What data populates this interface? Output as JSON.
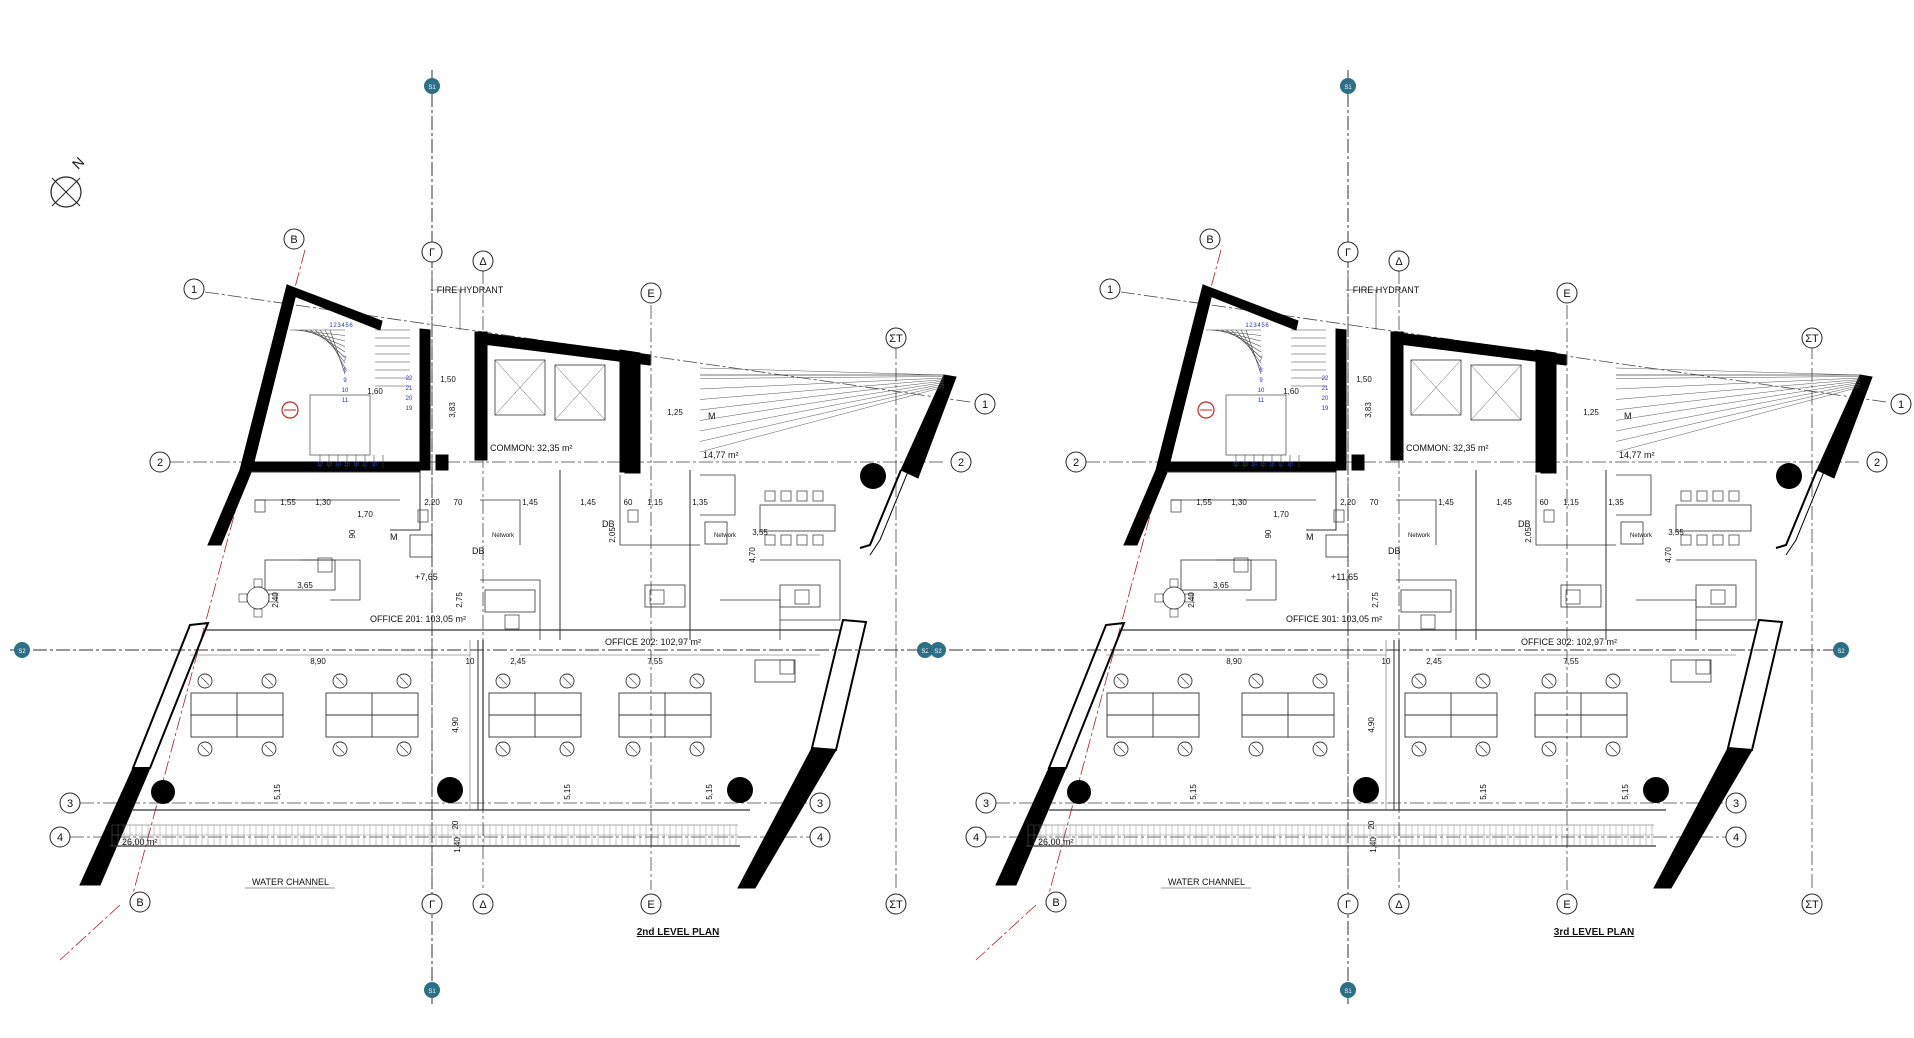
{
  "north_label": "N",
  "section_marks": {
    "s1": "S1",
    "s2": "S2"
  },
  "plans": [
    {
      "title": "2nd LEVEL PLAN",
      "grid": {
        "B": "B",
        "G": "Γ",
        "D": "Δ",
        "E": "E",
        "ST": "ΣT",
        "r1": "1",
        "r2": "2",
        "r3": "3",
        "r4": "4"
      },
      "labels": {
        "fire_hydrant": "FIRE HYDRANT",
        "common": "COMMON: 32,35 m²",
        "balcony": "14,77 m²",
        "office_a": "OFFICE 201: 103,05 m²",
        "office_b": "OFFICE 202: 102,97 m²",
        "terrace": "26,00 m²",
        "water_channel": "WATER CHANNEL",
        "level": "+7,65",
        "network1": "Network",
        "network2": "Network",
        "db1": "DB",
        "db2": "DB",
        "m1": "M",
        "m2": "M"
      },
      "dims": {
        "d_150": "1,50",
        "d_383": "3,83",
        "d_160": "1,60",
        "d_155": "1,55",
        "d_130": "1,30",
        "d_170": "1,70",
        "d_220": "2,20",
        "d_145a": "1,45",
        "d_145b": "1,45",
        "d_115": "1,15",
        "d_135": "1,35",
        "d_125": "1,25",
        "d_365": "3,65",
        "d_355": "3,55",
        "d_240": "2,40",
        "d_275": "2,75",
        "d_470": "4,70",
        "d_890": "8,90",
        "d_755": "7,55",
        "d_245": "2,45",
        "d_490": "4,90",
        "d_515a": "5,15",
        "d_515b": "5,15",
        "d_515c": "5,15",
        "d_140": "1,40",
        "d_205": "2,05",
        "d_10": "10",
        "d_20": "20",
        "d_90": "90",
        "d_70": "70",
        "d_60": "60"
      },
      "stair_steps": [
        "1",
        "2",
        "3",
        "4",
        "5",
        "6",
        "7",
        "8",
        "9",
        "10",
        "11",
        "12",
        "13",
        "14",
        "15",
        "16",
        "17",
        "18",
        "19",
        "20",
        "21",
        "22"
      ]
    },
    {
      "title": "3rd LEVEL PLAN",
      "grid": {
        "B": "B",
        "G": "Γ",
        "D": "Δ",
        "E": "E",
        "ST": "ΣT",
        "r1": "1",
        "r2": "2",
        "r3": "3",
        "r4": "4"
      },
      "labels": {
        "fire_hydrant": "FIRE HYDRANT",
        "common": "COMMON: 32,35 m²",
        "balcony": "14,77 m²",
        "office_a": "OFFICE 301: 103,05 m²",
        "office_b": "OFFICE 302: 102,97 m²",
        "terrace": "26,00 m²",
        "water_channel": "WATER CHANNEL",
        "level": "+11,65",
        "network1": "Network",
        "network2": "Network",
        "db1": "DB",
        "db2": "DB",
        "m1": "M",
        "m2": "M"
      },
      "dims": {
        "d_150": "1,50",
        "d_383": "3,83",
        "d_160": "1,60",
        "d_155": "1,55",
        "d_130": "1,30",
        "d_170": "1,70",
        "d_220": "2,20",
        "d_145a": "1,45",
        "d_145b": "1,45",
        "d_115": "1,15",
        "d_135": "1,35",
        "d_125": "1,25",
        "d_365": "3,65",
        "d_355": "3,55",
        "d_240": "2,40",
        "d_275": "2,75",
        "d_470": "4,70",
        "d_890": "8,90",
        "d_755": "7,55",
        "d_245": "2,45",
        "d_490": "4,90",
        "d_515a": "5,15",
        "d_515b": "5,15",
        "d_515c": "5,15",
        "d_140": "1,40",
        "d_205": "2,05",
        "d_10": "10",
        "d_20": "20",
        "d_90": "90",
        "d_70": "70",
        "d_60": "60"
      },
      "stair_steps": [
        "1",
        "2",
        "3",
        "4",
        "5",
        "6",
        "7",
        "8",
        "9",
        "10",
        "11",
        "12",
        "13",
        "14",
        "15",
        "16",
        "17",
        "18",
        "19",
        "20",
        "21",
        "22"
      ]
    }
  ]
}
